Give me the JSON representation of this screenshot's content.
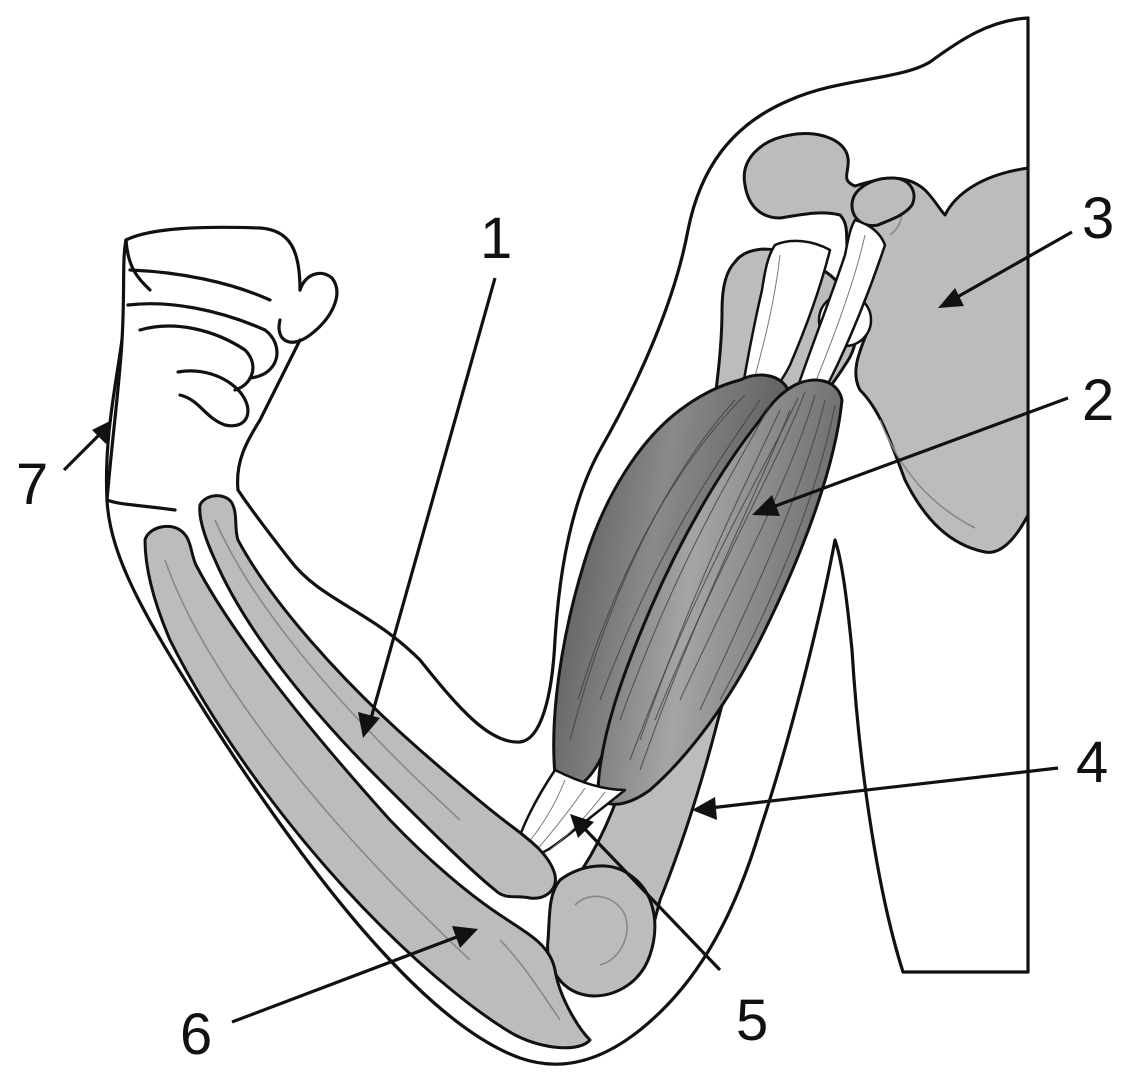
{
  "labels": [
    {
      "id": "1",
      "text": "1"
    },
    {
      "id": "2",
      "text": "2"
    },
    {
      "id": "3",
      "text": "3"
    },
    {
      "id": "4",
      "text": "4"
    },
    {
      "id": "5",
      "text": "5"
    },
    {
      "id": "6",
      "text": "6"
    },
    {
      "id": "7",
      "text": "7"
    }
  ],
  "colors": {
    "bone": "#bcbcbc",
    "muscle_dark": "#5e5e5e",
    "muscle_light": "#9a9a9a",
    "outline": "#111111",
    "background": "#ffffff"
  }
}
